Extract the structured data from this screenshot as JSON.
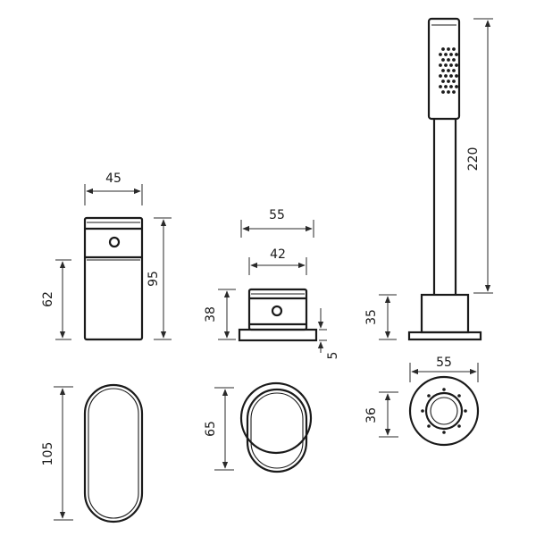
{
  "dimensions": {
    "mixer_width": "45",
    "mixer_height": "95",
    "mixer_body_height": "62",
    "mixer_base_length": "105",
    "diverter_outer_width": "55",
    "diverter_inner_width": "42",
    "diverter_height": "38",
    "diverter_plate_height": "5",
    "diverter_base_height": "65",
    "handshower_height": "220",
    "handshower_base_height": "35",
    "handshower_base_width": "55",
    "handshower_base_depth": "36"
  }
}
